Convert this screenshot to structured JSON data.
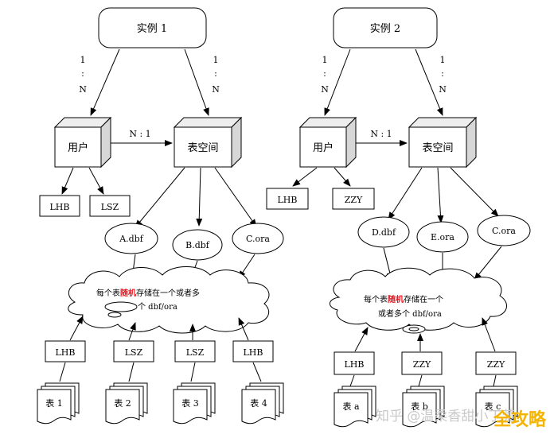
{
  "diagram": {
    "left": {
      "instance": "实例 1",
      "card_left": [
        "1",
        ":",
        "N"
      ],
      "card_right": [
        "1",
        ":",
        "N"
      ],
      "user": "用户",
      "tablespace": "表空间",
      "rel": "N : 1",
      "users": [
        "LHB",
        "LSZ"
      ],
      "files": [
        "A.dbf",
        "B.dbf",
        "C.ora"
      ],
      "cloud_pre": "每个表",
      "cloud_red": "随机",
      "cloud_post": "存储在一个或者多",
      "cloud_line2": "个 dbf/ora",
      "owners": [
        "LHB",
        "LSZ",
        "LSZ",
        "LHB"
      ],
      "tables": [
        "表 1",
        "表 2",
        "表 3",
        "表 4"
      ]
    },
    "right": {
      "instance": "实例 2",
      "card_left": [
        "1",
        ":",
        "N"
      ],
      "card_right": [
        "1",
        ":",
        "N"
      ],
      "user": "用户",
      "tablespace": "表空间",
      "rel": "N : 1",
      "users": [
        "LHB",
        "ZZY"
      ],
      "files": [
        "D.dbf",
        "E.ora",
        "C.ora"
      ],
      "cloud_pre": "每个表",
      "cloud_red": "随机",
      "cloud_post": "存储在一个",
      "cloud_line2": "或者多个 dbf/ora",
      "owners": [
        "LHB",
        "ZZY",
        "ZZY"
      ],
      "tables": [
        "表 a",
        "表 b",
        "表 c"
      ]
    },
    "accent": "#e8141e"
  },
  "watermark": {
    "zhihu": "知乎 @温柔香甜小丁莞",
    "corner": "全攻略"
  }
}
